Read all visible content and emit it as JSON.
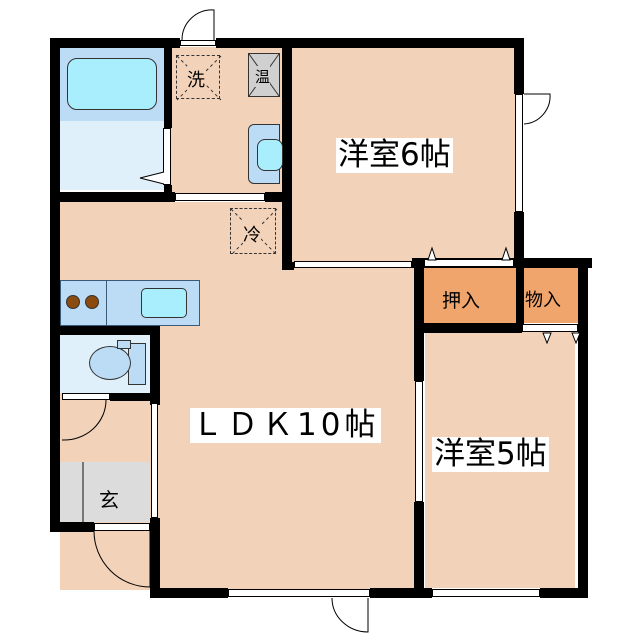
{
  "floorplan": {
    "rooms": {
      "western_6": {
        "label": "洋室6帖"
      },
      "western_5": {
        "label": "洋室5帖"
      },
      "ldk": {
        "label": "ＬＤＫ10帖"
      },
      "oshiire": {
        "label": "押入"
      },
      "monoire": {
        "label": "物入"
      },
      "genkan": {
        "label": "玄"
      }
    },
    "fixtures": {
      "washer": {
        "label": "洗"
      },
      "water_heater": {
        "label": "温"
      },
      "refrigerator": {
        "label": "冷"
      }
    },
    "colors": {
      "floor": "#f2d2b8",
      "closet": "#f0a56c",
      "bath": "#bcdcf6",
      "bath_light": "#e0f0fb",
      "fixture": "#a8eefc",
      "entry": "#dcdcdc",
      "wall": "#000000",
      "stove": "#8a4a10"
    }
  }
}
